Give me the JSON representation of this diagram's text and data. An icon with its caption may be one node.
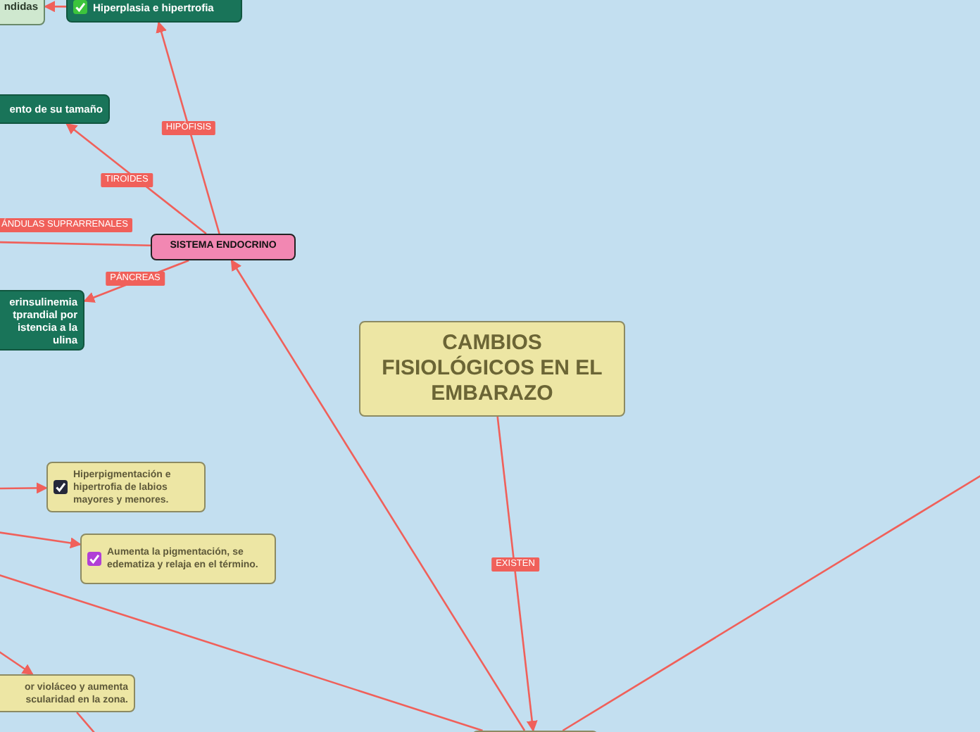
{
  "diagram": {
    "nodes": [
      {
        "text": [
          "CAMBIOS FISIOLÓGICOS EN EL EMBARAZO"
        ]
      },
      {
        "text": [
          "SISTEMA ENDOCRINO"
        ]
      },
      {
        "text": [
          "Hiperplasia e hipertrofia"
        ]
      },
      {
        "text": [
          "ndidas"
        ]
      },
      {
        "text": [
          "ento de su tamaño"
        ]
      },
      {
        "text": [
          "erinsulinemia tprandial por istencia a la ulina"
        ]
      },
      {
        "text": [
          "Hiperpigmentación e hipertrofia de labios mayores y menores."
        ]
      },
      {
        "text": [
          "Aumenta la pigmentación, se edematiza y relaja en el término."
        ]
      },
      {
        "text": [
          "or violáceo y aumenta scularidad en la zona."
        ]
      },
      {
        "text": [],
        "shape": "box"
      }
    ],
    "edges": [
      {
        "from": 1,
        "to": 2,
        "arrow": "to",
        "label": "HIPÓFISIS"
      },
      {
        "from": 1,
        "to": 4,
        "arrow": "to",
        "label": "TIROIDES"
      },
      {
        "from": 1,
        "to": null,
        "arrow": "none",
        "label": "ÁNDULAS SUPRARRENALES"
      },
      {
        "from": 1,
        "to": 5,
        "arrow": "to",
        "label": "PÁNCREAS"
      },
      {
        "from": 2,
        "to": 3,
        "arrow": "to"
      },
      {
        "from": 9,
        "to": 1,
        "arrow": "to"
      },
      {
        "from": 0,
        "to": 9,
        "arrow": "to",
        "label": "EXISTEN"
      },
      {
        "from": 9,
        "to": null,
        "arrow": "none"
      },
      {
        "from": null,
        "to": 6,
        "arrow": "to"
      },
      {
        "from": null,
        "to": 7,
        "arrow": "to"
      },
      {
        "from": null,
        "to": 9,
        "arrow": "none"
      },
      {
        "from": null,
        "to": 8,
        "arrow": "to"
      },
      {
        "from": 8,
        "to": null,
        "arrow": "none"
      }
    ]
  }
}
